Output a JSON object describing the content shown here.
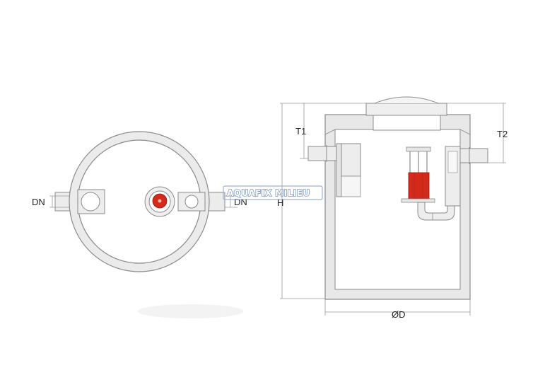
{
  "watermark": "AQUAFIX MILIEU",
  "top_view": {
    "label_dn_left": "DN",
    "label_dn_right": "DN"
  },
  "section_view": {
    "label_t1": "T1",
    "label_t2": "T2",
    "label_h": "H",
    "label_diameter": "ØD"
  },
  "colors": {
    "wall_fill": "#e8e8e8",
    "stroke": "#8a8a8a",
    "filter_red": "#d42a1c",
    "watermark_outline": "#7d99c6",
    "dimension_line": "#9a9a9a"
  }
}
